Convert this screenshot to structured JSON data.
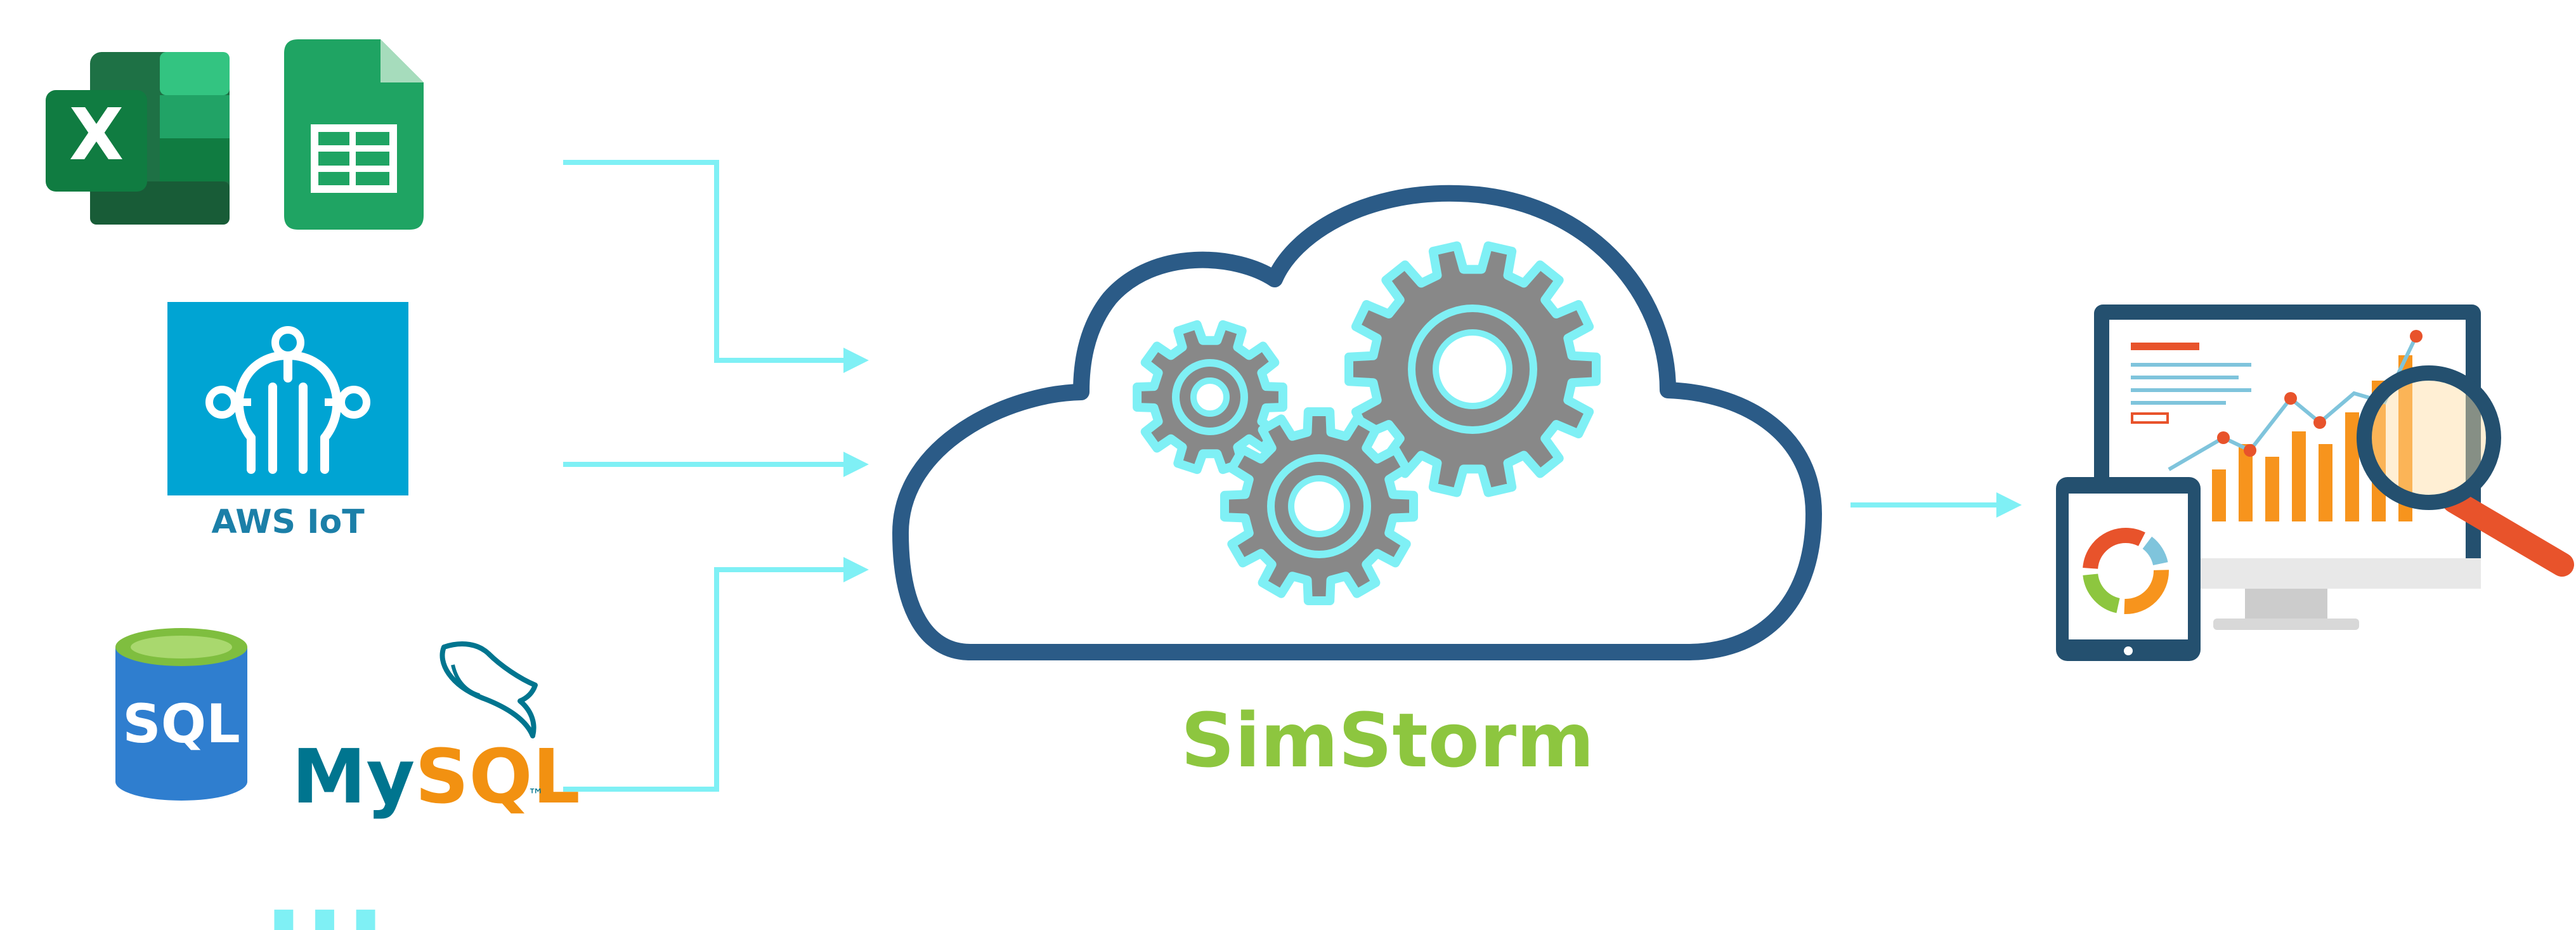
{
  "sources": {
    "excel": {
      "label": "X"
    },
    "aws_iot": {
      "label": "AWS IoT"
    },
    "sql_server": {
      "label": "SQL"
    },
    "mysql": {
      "label_my": "My",
      "label_sql": "SQL",
      "label_tm": "™"
    },
    "more": {
      "label": "..."
    }
  },
  "platform": {
    "name": "SimStorm"
  },
  "colors": {
    "connector": "#7ff0f5",
    "cloud_outline": "#2b5b87",
    "gear_fill": "#888888",
    "gear_glow": "#7ff0f5",
    "brand_green": "#8dc63f",
    "excel_green": "#1e7145",
    "sheets_green": "#1fa463",
    "aws_blue": "#00a4d3",
    "sql_blue": "#2f7ecf",
    "mysql_blue": "#00758f",
    "mysql_orange": "#f29111",
    "chart_orange": "#f7941d",
    "monitor_navy": "#24506f",
    "search_red": "#e8532b"
  },
  "icons": {
    "excel": "microsoft-excel-icon",
    "sheets": "google-sheets-icon",
    "aws": "aws-iot-icon",
    "sql": "sql-database-icon",
    "mysql": "mysql-dolphin-icon",
    "cloud": "cloud-gears-icon",
    "output": "analytics-dashboard-icon"
  }
}
